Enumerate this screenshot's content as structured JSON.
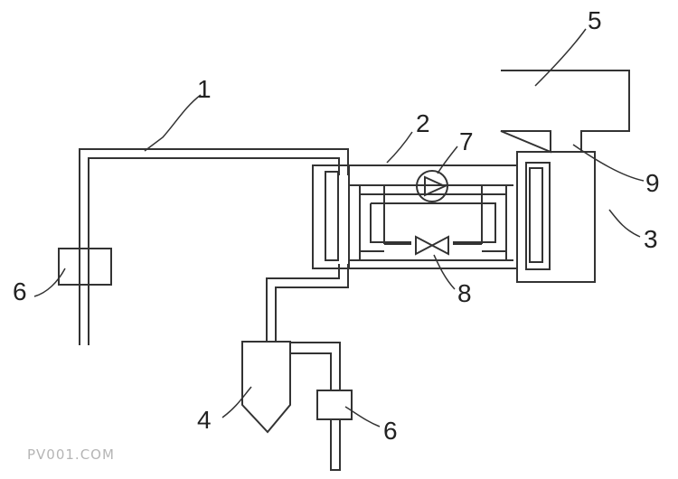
{
  "labels": {
    "n1": "1",
    "n2": "2",
    "n3": "3",
    "n4": "4",
    "n5": "5",
    "n6a": "6",
    "n6b": "6",
    "n7": "7",
    "n8": "8",
    "n9": "9"
  },
  "watermark": "PV001.COM",
  "colors": {
    "line": "#333333",
    "background": "#ffffff",
    "watermark": "#b5b5b5"
  },
  "icons": {
    "pump": "pump-icon",
    "valve": "expansion-valve-icon"
  }
}
